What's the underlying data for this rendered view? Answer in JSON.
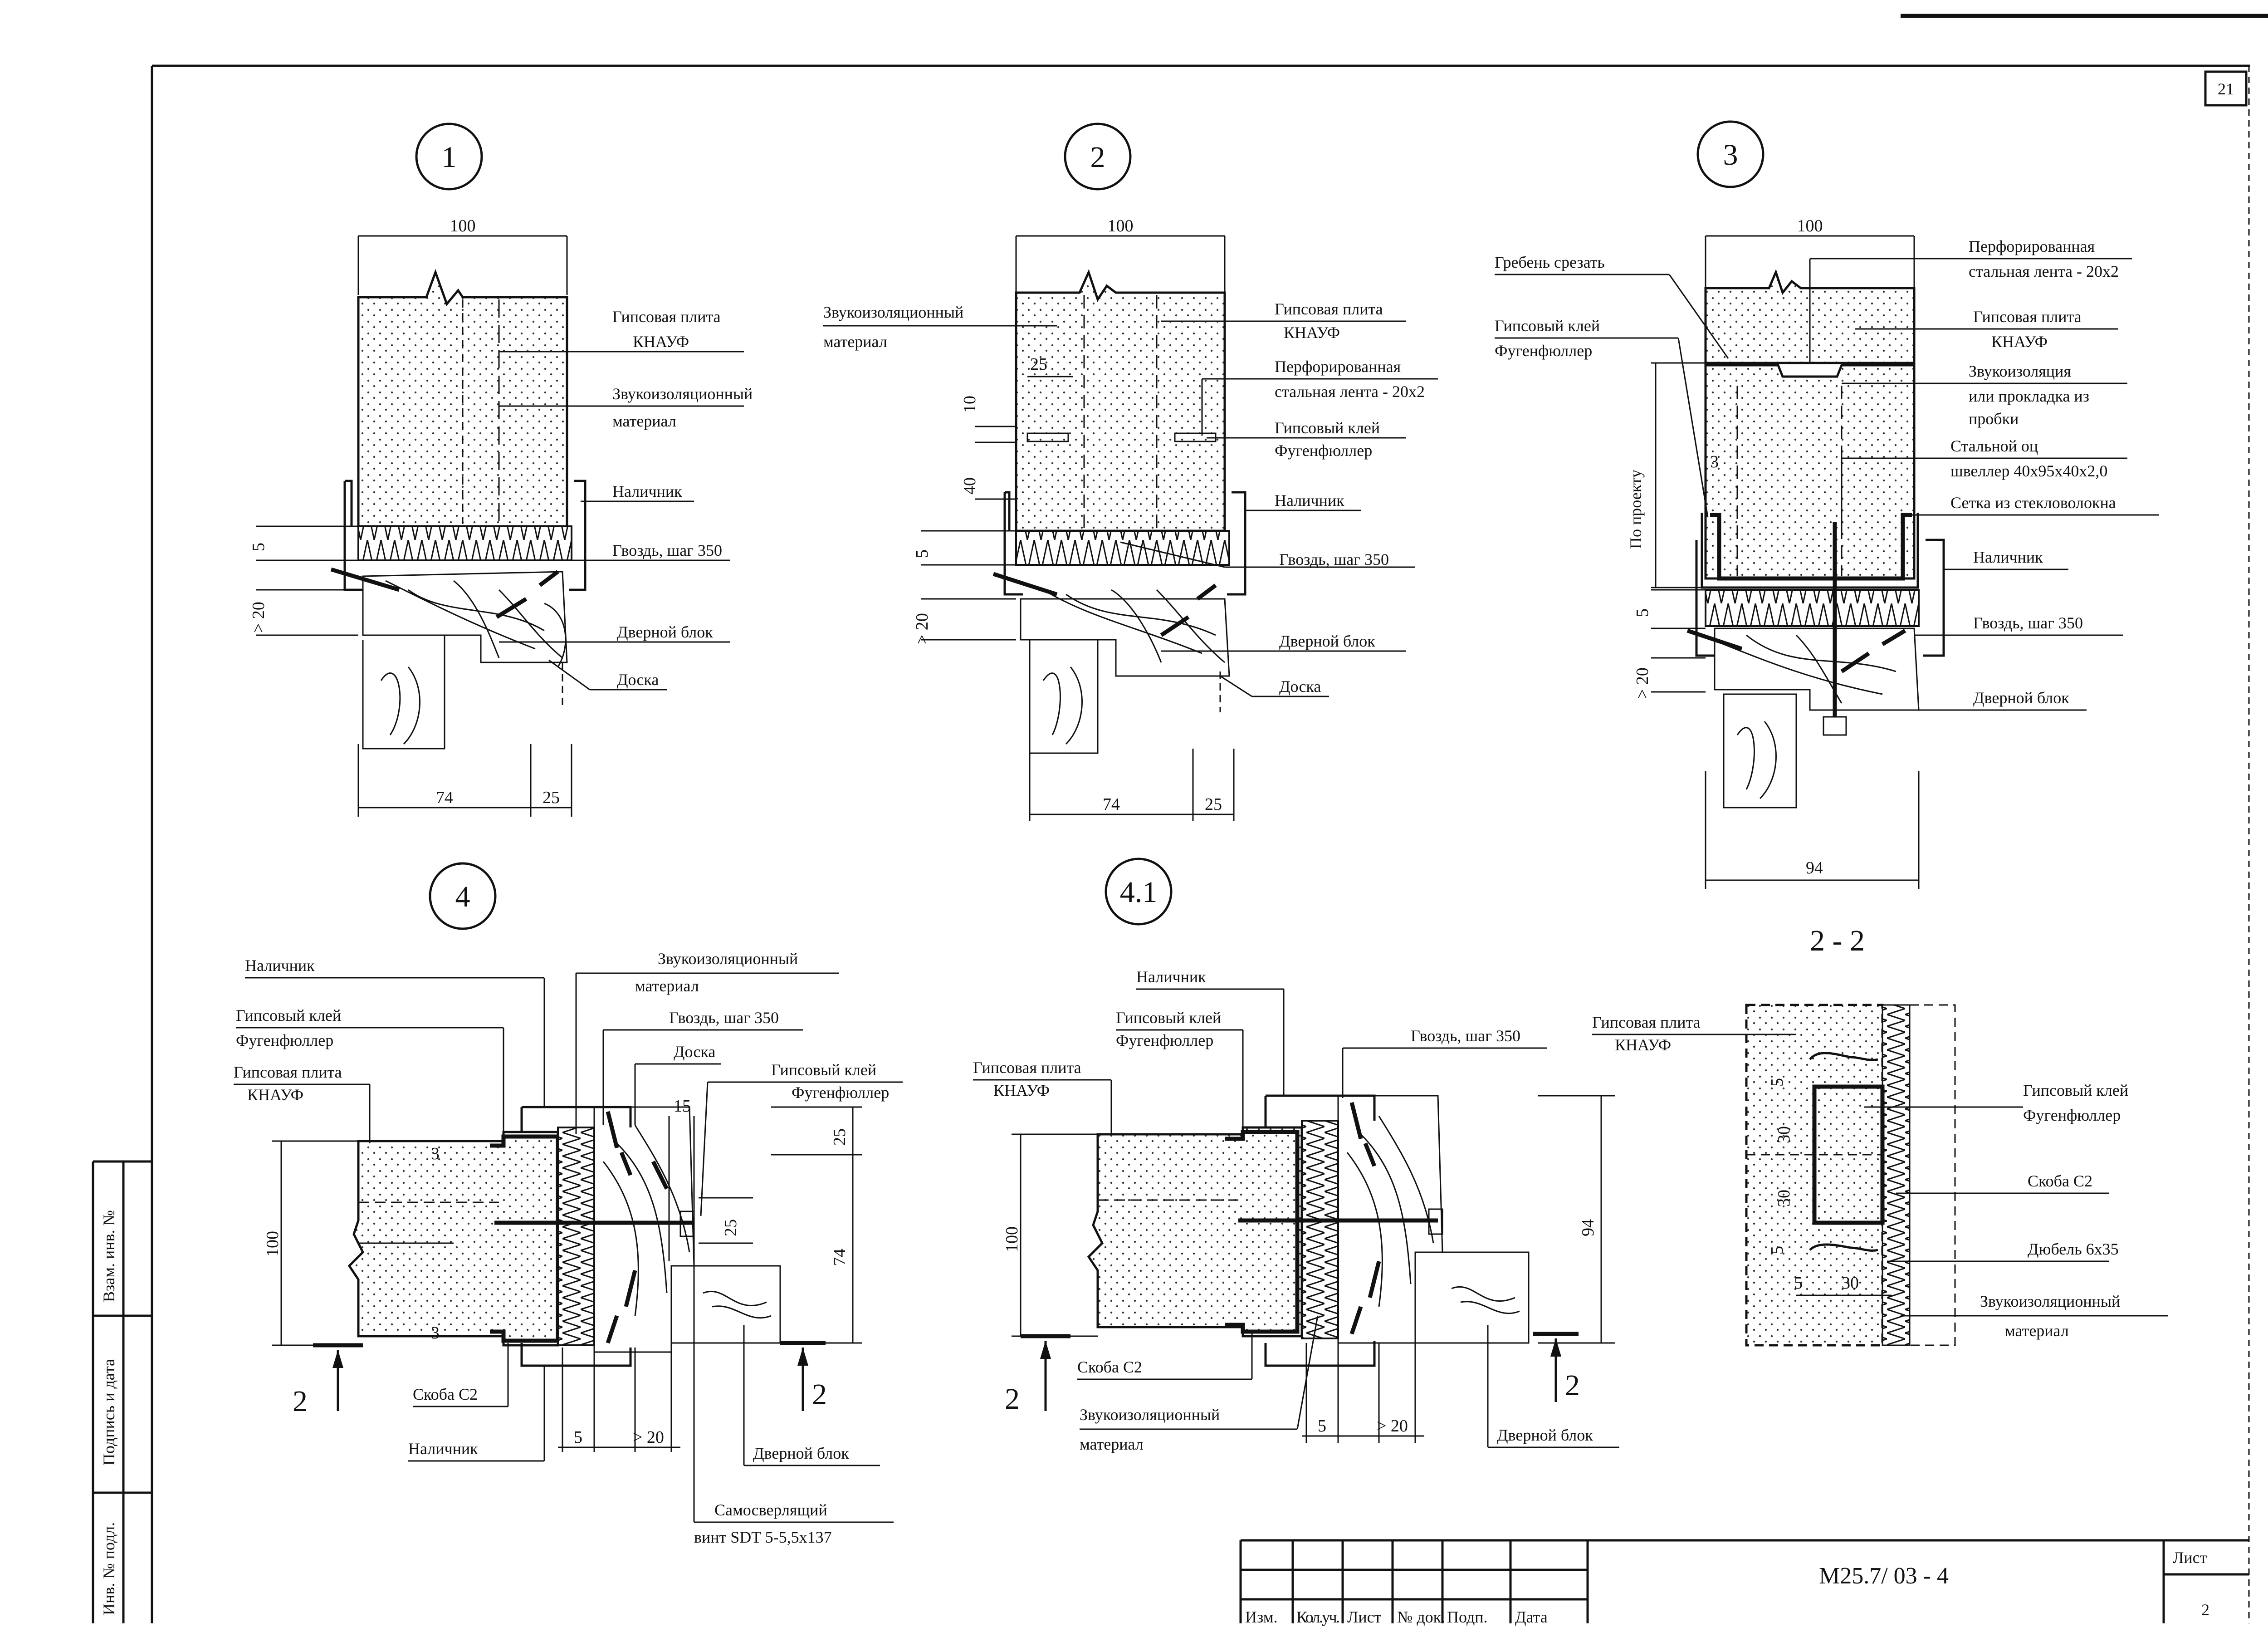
{
  "sheet": {
    "page_number": "21",
    "code": "М25.7/ 03 - 4",
    "sheet_label": "Лист",
    "sheet_number": "2",
    "stamp_columns": [
      "Изм.",
      "Кол.уч.",
      "Лист",
      "№ док.",
      "Подп.",
      "Дата"
    ],
    "side_fields": [
      "Инв. № подл.",
      "Подпись и дата",
      "Взам. инв. №"
    ]
  },
  "details": [
    {
      "id": "1",
      "label": "1"
    },
    {
      "id": "2",
      "label": "2"
    },
    {
      "id": "3",
      "label": "3"
    },
    {
      "id": "4",
      "label": "4"
    },
    {
      "id": "4.1",
      "label": "4.1"
    }
  ],
  "section": {
    "title": "2 - 2",
    "cut_mark": "2"
  },
  "labels": {
    "gypsum_board": "Гипсовая плита",
    "knauf": "КНАУФ",
    "sound_insulation_1": "Звукоизоляционный",
    "sound_insulation_2": "материал",
    "trim": "Наличник",
    "nail_step": "Гвоздь, шаг 350",
    "door_block": "Дверной блок",
    "board": "Доска",
    "perforated_tape_1": "Перфорированная",
    "perforated_tape_2": "стальная лента - 20х2",
    "adhesive_1": "Гипсовый клей",
    "adhesive_2": "Фугенфюллер",
    "cut_ridge": "Гребень срезать",
    "sound_insulation_alt_1": "Звукоизоляция",
    "sound_insulation_alt_2": "или прокладка из",
    "sound_insulation_alt_3": "пробки",
    "channel_1": "Стальной оц",
    "channel_2": "швеллер 40х95х40х2,0",
    "fiberglass_mesh": "Сетка из стекловолокна",
    "by_project": "По проекту",
    "bracket": "Скоба С2",
    "screw_1": "Самосверлящий",
    "screw_2": "винт SDT 5-5,5х137",
    "dowel": "Дюбель 6х35"
  },
  "dimensions": {
    "d100": "100",
    "d74": "74",
    "d25": "25",
    "d94": "94",
    "d5": "5",
    "d20": "> 20",
    "d10": "10",
    "d40": "40",
    "d3": "3",
    "d15": "15",
    "d30": "30"
  }
}
